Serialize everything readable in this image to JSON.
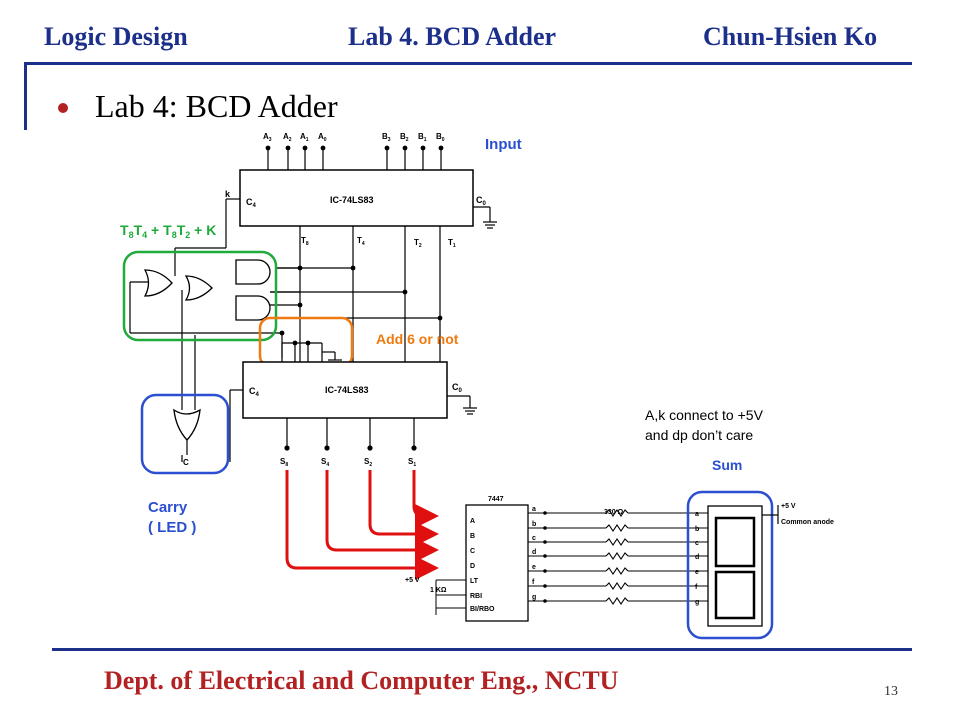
{
  "header": {
    "left": "Logic Design",
    "center": "Lab 4. BCD Adder",
    "right": "Chun-Hsien Ko"
  },
  "slide": {
    "title": "Lab 4: BCD Adder"
  },
  "footer": {
    "department": "Dept. of Electrical and Computer Eng., NCTU",
    "page_number": "13"
  },
  "schematic": {
    "input_label": "Input",
    "top_adder": {
      "name": "IC-74LS83",
      "carry_in": "C",
      "carry_in_sub": "4",
      "carry_out": "C",
      "carry_out_sub": "0",
      "input_pins": [
        "A",
        "A",
        "A",
        "A",
        "B",
        "B",
        "B",
        "B"
      ],
      "input_pin_subs": [
        "3",
        "2",
        "1",
        "0",
        "3",
        "2",
        "1",
        "0"
      ],
      "output_pins": [
        "T",
        "T",
        "T",
        "T"
      ],
      "output_pin_subs": [
        "8",
        "4",
        "2",
        "1"
      ]
    },
    "k_label": "k",
    "formula": {
      "t1": "T",
      "s1": "8",
      "t2": "T",
      "s2": "4",
      "plus1": " + ",
      "t3": "T",
      "s3": "8",
      "t4": "T",
      "s4": "2",
      "plus2": " + K"
    },
    "add6_label": "Add 6 or not",
    "bottom_adder": {
      "name": "IC-74LS83",
      "carry_in": "C",
      "carry_in_sub": "4",
      "carry_out": "C",
      "carry_out_sub": "0"
    },
    "carry_gate_output": "C",
    "carry_label_line1": "Carry",
    "carry_label_line2": "( LED )",
    "sum_pins": [
      "S",
      "S",
      "S",
      "S"
    ],
    "sum_pin_subs": [
      "8",
      "4",
      "2",
      "1"
    ],
    "note_line1": "A,k connect to +5V",
    "note_line2": "and dp don’t care",
    "sum_label": "Sum",
    "decoder": {
      "name": "7447",
      "inputs": [
        "A",
        "B",
        "C",
        "D",
        "LT",
        "RBI",
        "BI/RBO"
      ],
      "outputs": [
        "a",
        "b",
        "c",
        "d",
        "e",
        "f",
        "g"
      ]
    },
    "resistor_label": "330 Ω",
    "vcc_label": "+5 V",
    "pullup_label": "1 KΩ",
    "display_segments": [
      "a",
      "b",
      "c",
      "d",
      "e",
      "f",
      "g"
    ],
    "display_vcc": "+5 V",
    "common_anode": "Common anode"
  }
}
